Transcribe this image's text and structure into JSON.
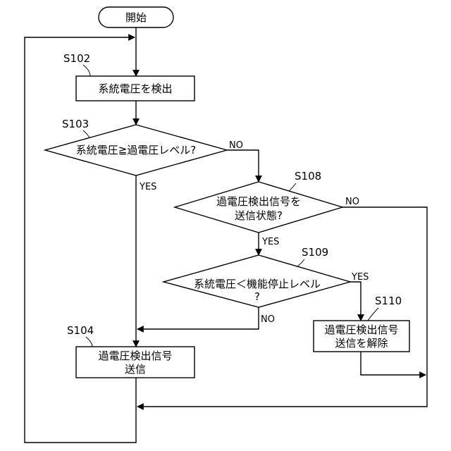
{
  "start": {
    "label": "開始"
  },
  "steps": {
    "s102": {
      "id": "S102",
      "label": "系統電圧を検出"
    },
    "s103": {
      "id": "S103",
      "label": "系統電圧≧過電圧レベル?",
      "yes": "YES",
      "no": "NO"
    },
    "s108": {
      "id": "S108",
      "line1": "過電圧検出信号を",
      "line2": "送信状態?",
      "yes": "YES",
      "no": "NO"
    },
    "s109": {
      "id": "S109",
      "line1": "系統電圧＜機能停止レベル",
      "line2": "?",
      "yes": "YES",
      "no": "NO"
    },
    "s110": {
      "id": "S110",
      "line1": "過電圧検出信号",
      "line2": "送信を解除"
    },
    "s104": {
      "id": "S104",
      "line1": "過電圧検出信号",
      "line2": "送信"
    }
  }
}
